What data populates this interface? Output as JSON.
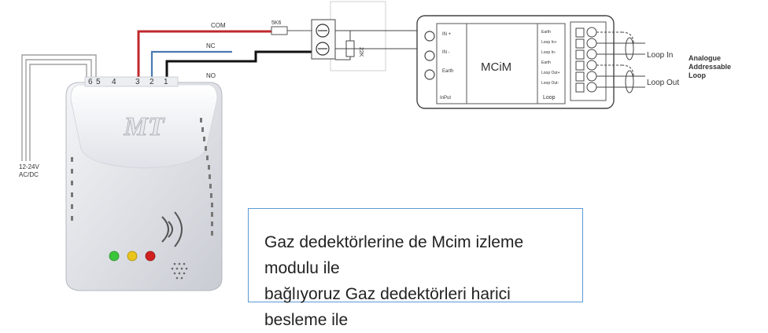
{
  "wires": {
    "com": "COM",
    "nc": "NC",
    "no": "NO",
    "resistor_top": "5K6",
    "resistor_side": "22K"
  },
  "detector": {
    "terminals": [
      "6",
      "5",
      "4",
      "3",
      "2",
      "1"
    ],
    "logo": "MT",
    "supply": [
      "12-24V",
      "AC/DC"
    ]
  },
  "module": {
    "name": "MCiM",
    "left_pins": [
      "IN +",
      "IN -",
      "Earth"
    ],
    "input_label": "InPut",
    "right_pins": [
      "Earth",
      "Loop In+",
      "Loop In-",
      "Earth",
      "Loop Out+",
      "Loop Out-"
    ],
    "loop_label": "Loop"
  },
  "loop": {
    "in": "Loop In",
    "out": "Loop Out",
    "addressable": [
      "Analogue",
      "Addressable",
      "Loop"
    ]
  },
  "note": {
    "line1": "Gaz dedektörlerine de Mcim izleme modulu ile",
    "line2": "bağlıyoruz Gaz dedektörleri harici besleme ile"
  },
  "colors": {
    "com_wire": "#c0282d",
    "nc_wire": "#4a79b0",
    "no_wire": "#111111",
    "note_border": "#5b9bd5",
    "led_green": "#3cc43a",
    "led_yellow": "#e9c41a",
    "led_red": "#d02020"
  }
}
